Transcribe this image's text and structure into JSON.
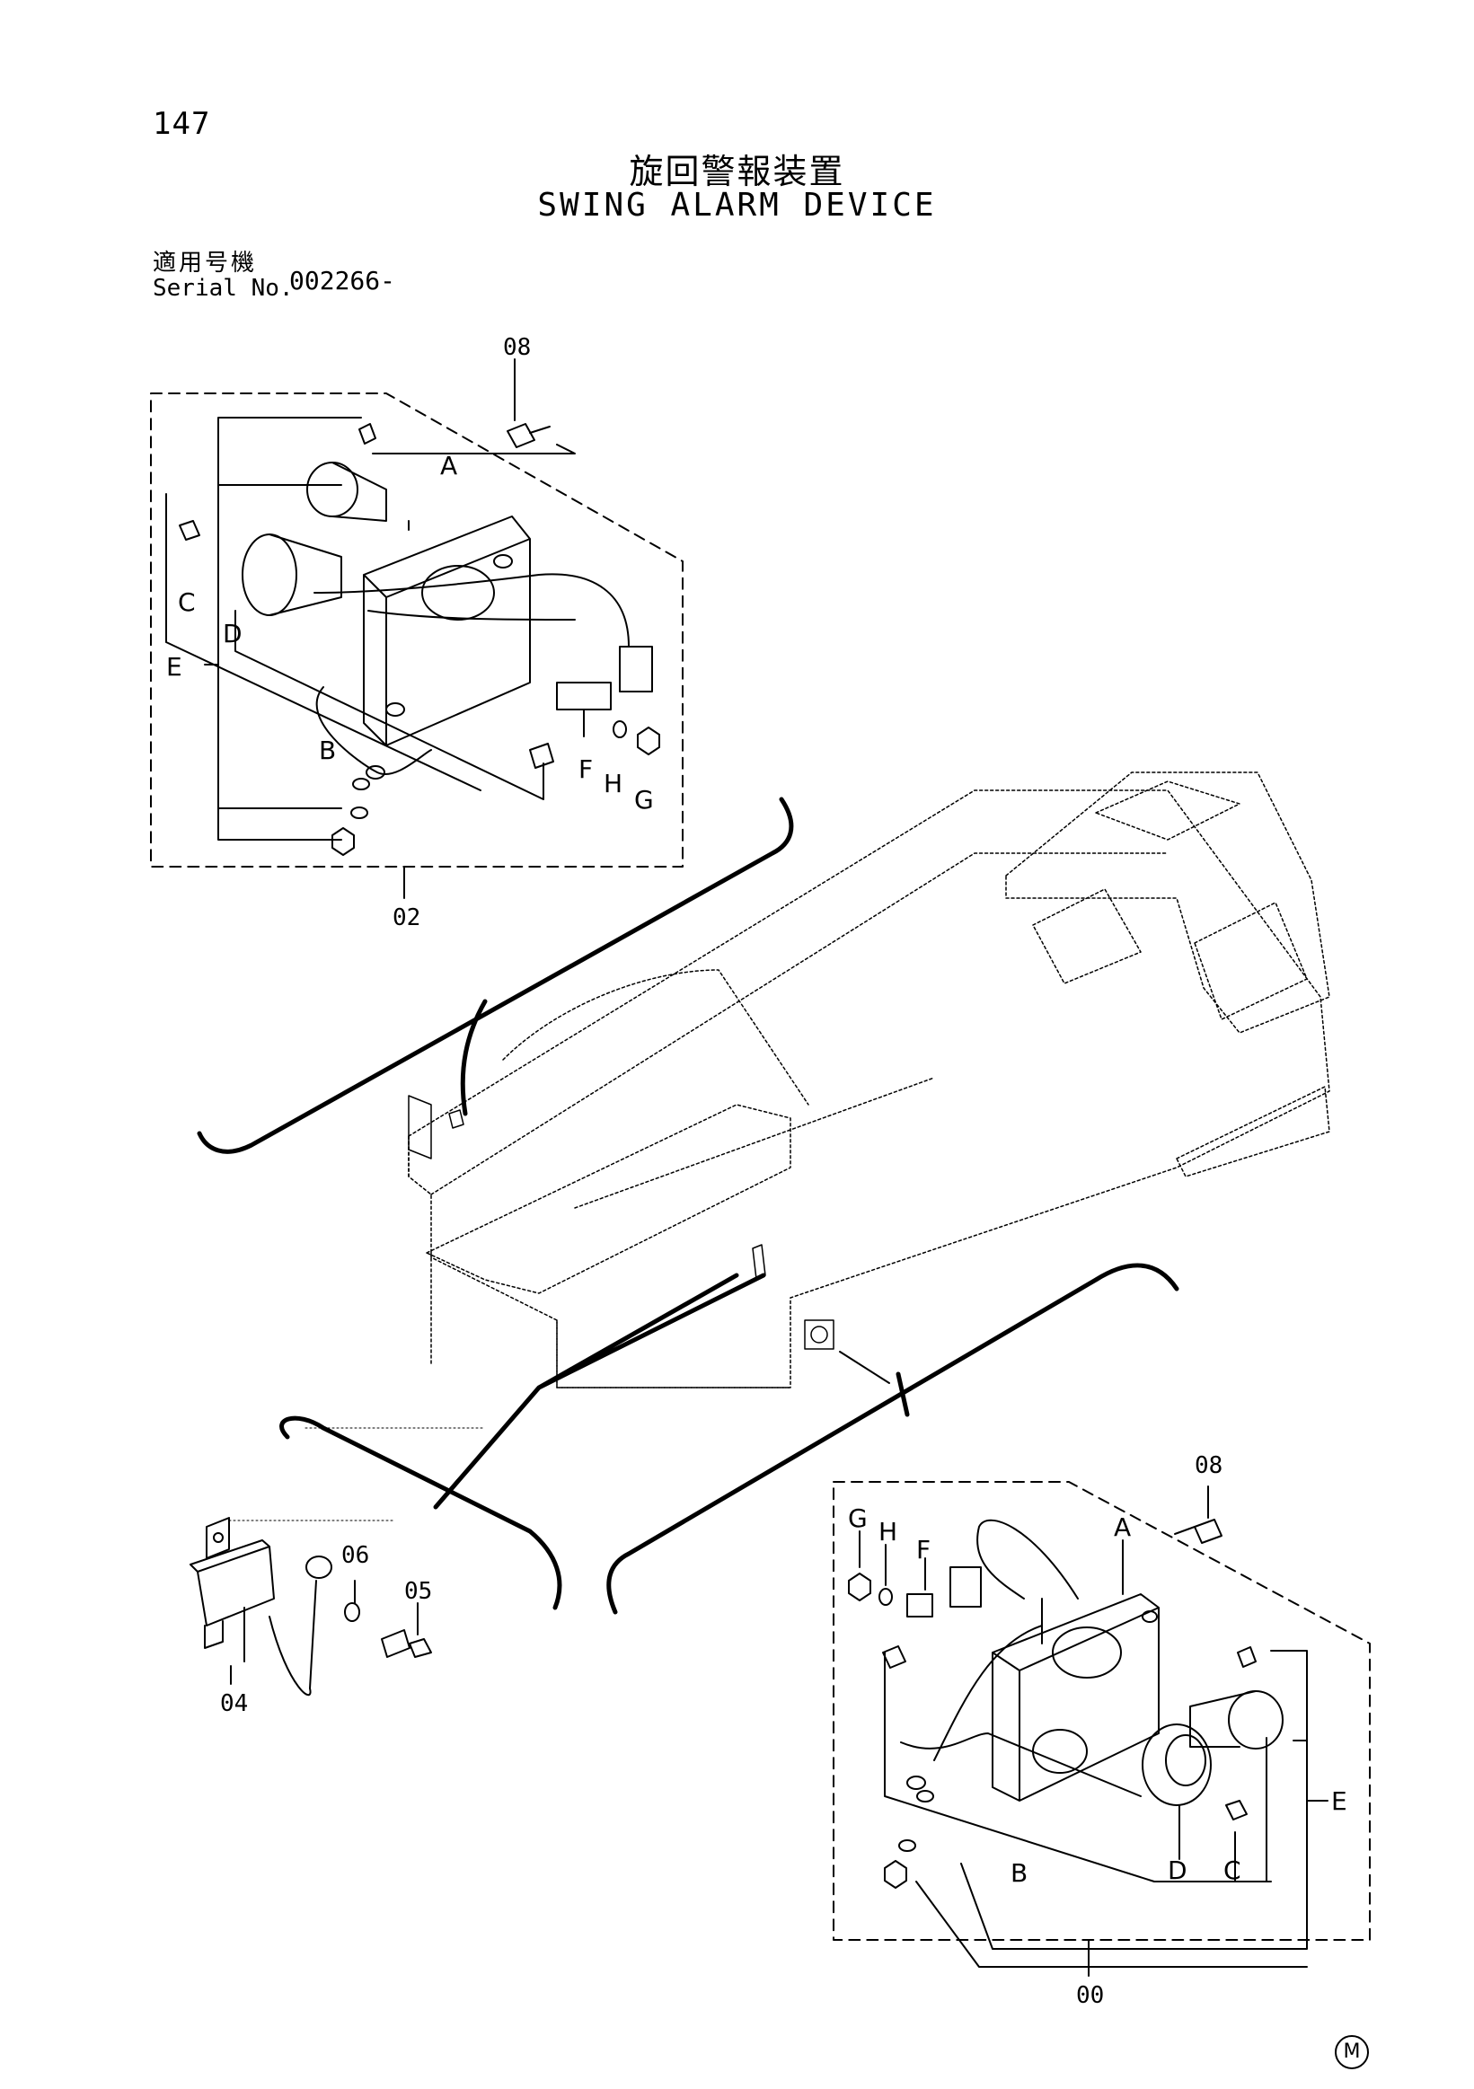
{
  "page": {
    "number": "147"
  },
  "title": {
    "japanese": "旋回警報装置",
    "english": "SWING ALARM DEVICE"
  },
  "serial": {
    "label_jp": "適用号機",
    "label_en": "Serial No.",
    "value": "002266-"
  },
  "detail_top": {
    "assembly_ref": "02",
    "bolt_ref": "08",
    "letters": {
      "a": "A",
      "b": "B",
      "c": "C",
      "d": "D",
      "e": "E",
      "f": "F",
      "g": "G",
      "h": "H"
    }
  },
  "detail_bottom": {
    "assembly_ref": "00",
    "bolt_ref": "08",
    "letters": {
      "a": "A",
      "b": "B",
      "c": "C",
      "d": "D",
      "e": "E",
      "f": "F",
      "g": "G",
      "h": "H"
    }
  },
  "relay_detail": {
    "relay_ref": "04",
    "washer_ref": "06",
    "screw_ref": "05"
  },
  "footer_mark": "M"
}
